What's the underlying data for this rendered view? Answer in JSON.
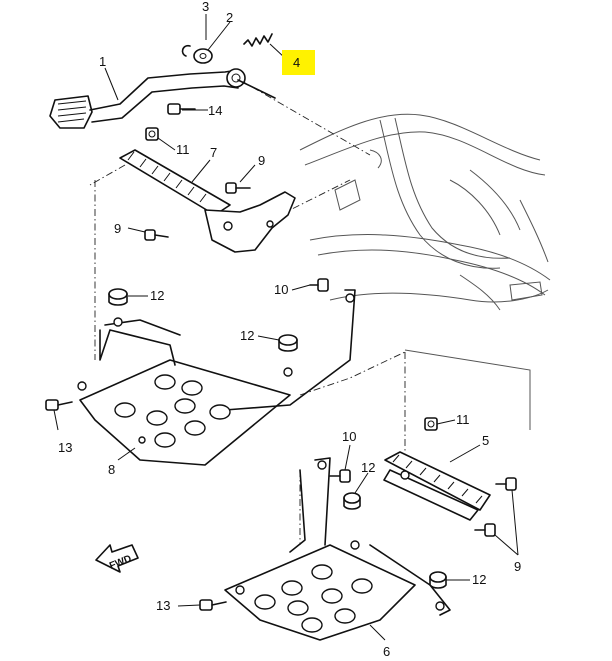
{
  "highlight_color": "#fff200",
  "callouts": {
    "c1": "1",
    "c2": "2",
    "c3": "3",
    "c4": "4",
    "c5": "5",
    "c6": "6",
    "c7": "7",
    "c8": "8",
    "c9a": "9",
    "c9b": "9",
    "c9c": "9",
    "c10a": "10",
    "c10b": "10",
    "c11a": "11",
    "c11b": "11",
    "c12a": "12",
    "c12b": "12",
    "c12c": "12",
    "c12d": "12",
    "c13a": "13",
    "c13b": "13",
    "c14": "14"
  },
  "fwd_label": "FWD"
}
